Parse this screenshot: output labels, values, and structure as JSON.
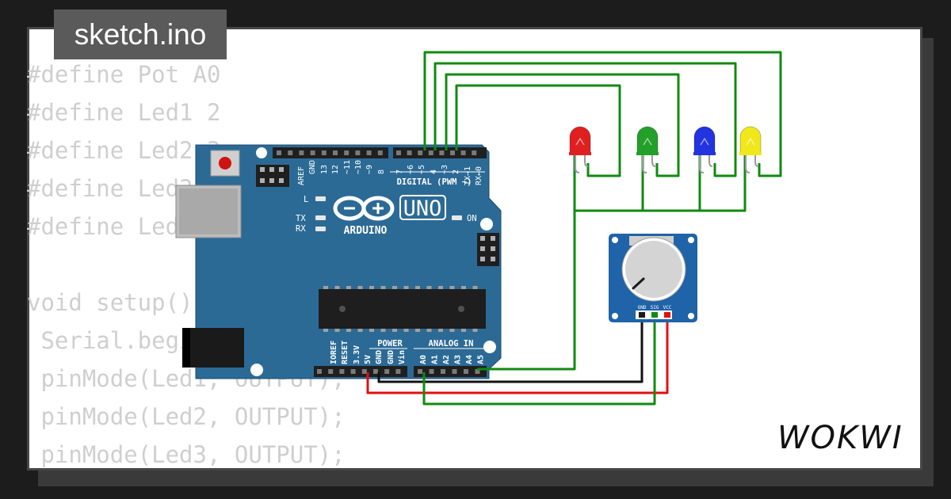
{
  "header": {
    "filename": "sketch.ino"
  },
  "code_lines": [
    "#define Pot A0",
    "#define Led1 2",
    "#define Led2 3",
    "#define Led3 4",
    "#define Led4 5",
    "",
    "void setup() {",
    " Serial.begin(9600);",
    " pinMode(Led1, OUTPUT);",
    " pinMode(Led2, OUTPUT);",
    " pinMode(Led3, OUTPUT);"
  ],
  "board": {
    "model": "UNO",
    "brand": "ARDUINO",
    "digital_label": "DIGITAL (PWM ~)",
    "power_label": "POWER",
    "analog_label": "ANALOG IN",
    "led_l": "L",
    "led_tx": "TX",
    "led_rx": "RX",
    "led_on": "ON",
    "digital_pins": [
      "AREF",
      "GND",
      "13",
      "12",
      "~11",
      "~10",
      "~9",
      "8",
      "7",
      "~6",
      "~5",
      "4",
      "~3",
      "2",
      "TX→1",
      "RX←0"
    ],
    "power_pins": [
      "IOREF",
      "RESET",
      "3.3V",
      "5V",
      "GND",
      "GND",
      "Vin"
    ],
    "analog_pins": [
      "A0",
      "A1",
      "A2",
      "A3",
      "A4",
      "A5"
    ]
  },
  "potentiometer": {
    "pins": [
      "GND",
      "SIG",
      "VCC"
    ]
  },
  "leds": [
    {
      "color": "#e02020"
    },
    {
      "color": "#22a02a"
    },
    {
      "color": "#2233e0"
    },
    {
      "color": "#f0e81a"
    }
  ],
  "logo": {
    "text": "WOKWI"
  },
  "colors": {
    "wire_green": "#118a11",
    "wire_red": "#e01010",
    "wire_black": "#111111",
    "board_blue": "#2c6a96",
    "pot_blue": "#1f63a8"
  }
}
